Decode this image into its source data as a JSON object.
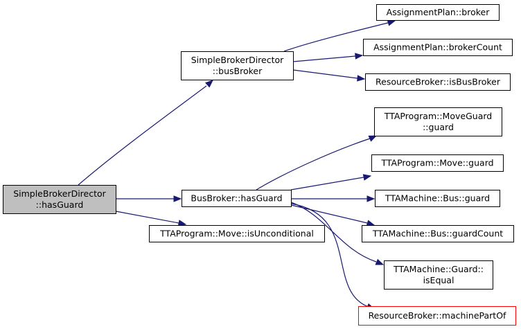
{
  "graph": {
    "colors": {
      "edge": "#191970",
      "node_border": "#000000",
      "node_fill": "#ffffff",
      "focus_fill": "#bfbfbf",
      "external_border": "#ff0000"
    },
    "nodes": [
      {
        "id": "hasGuardDirector",
        "lines": [
          "SimpleBrokerDirector",
          "::hasGuard"
        ],
        "style": "focus"
      },
      {
        "id": "busBrokerDirector",
        "lines": [
          "SimpleBrokerDirector",
          "::busBroker"
        ],
        "style": "normal"
      },
      {
        "id": "apBroker",
        "lines": [
          "AssignmentPlan::broker"
        ],
        "style": "normal"
      },
      {
        "id": "apBrokerCount",
        "lines": [
          "AssignmentPlan::brokerCount"
        ],
        "style": "normal"
      },
      {
        "id": "rbIsBusBroker",
        "lines": [
          "ResourceBroker::isBusBroker"
        ],
        "style": "normal"
      },
      {
        "id": "bbHasGuard",
        "lines": [
          "BusBroker::hasGuard"
        ],
        "style": "normal"
      },
      {
        "id": "moveIsUncond",
        "lines": [
          "TTAProgram::Move::isUnconditional"
        ],
        "style": "normal"
      },
      {
        "id": "moveGuardGuard",
        "lines": [
          "TTAProgram::MoveGuard",
          "::guard"
        ],
        "style": "normal"
      },
      {
        "id": "moveGuard",
        "lines": [
          "TTAProgram::Move::guard"
        ],
        "style": "normal"
      },
      {
        "id": "busGuard",
        "lines": [
          "TTAMachine::Bus::guard"
        ],
        "style": "normal"
      },
      {
        "id": "busGuardCount",
        "lines": [
          "TTAMachine::Bus::guardCount"
        ],
        "style": "normal"
      },
      {
        "id": "guardIsEqual",
        "lines": [
          "TTAMachine::Guard::",
          "isEqual"
        ],
        "style": "normal"
      },
      {
        "id": "rbMachinePartOf",
        "lines": [
          "ResourceBroker::machinePartOf"
        ],
        "style": "external"
      }
    ],
    "edges": [
      {
        "from": "hasGuardDirector",
        "to": "busBrokerDirector"
      },
      {
        "from": "hasGuardDirector",
        "to": "bbHasGuard"
      },
      {
        "from": "hasGuardDirector",
        "to": "moveIsUncond"
      },
      {
        "from": "busBrokerDirector",
        "to": "apBroker"
      },
      {
        "from": "busBrokerDirector",
        "to": "apBrokerCount"
      },
      {
        "from": "busBrokerDirector",
        "to": "rbIsBusBroker"
      },
      {
        "from": "bbHasGuard",
        "to": "moveGuardGuard"
      },
      {
        "from": "bbHasGuard",
        "to": "moveGuard"
      },
      {
        "from": "bbHasGuard",
        "to": "busGuard"
      },
      {
        "from": "bbHasGuard",
        "to": "busGuardCount"
      },
      {
        "from": "bbHasGuard",
        "to": "guardIsEqual"
      },
      {
        "from": "bbHasGuard",
        "to": "rbMachinePartOf"
      }
    ]
  }
}
